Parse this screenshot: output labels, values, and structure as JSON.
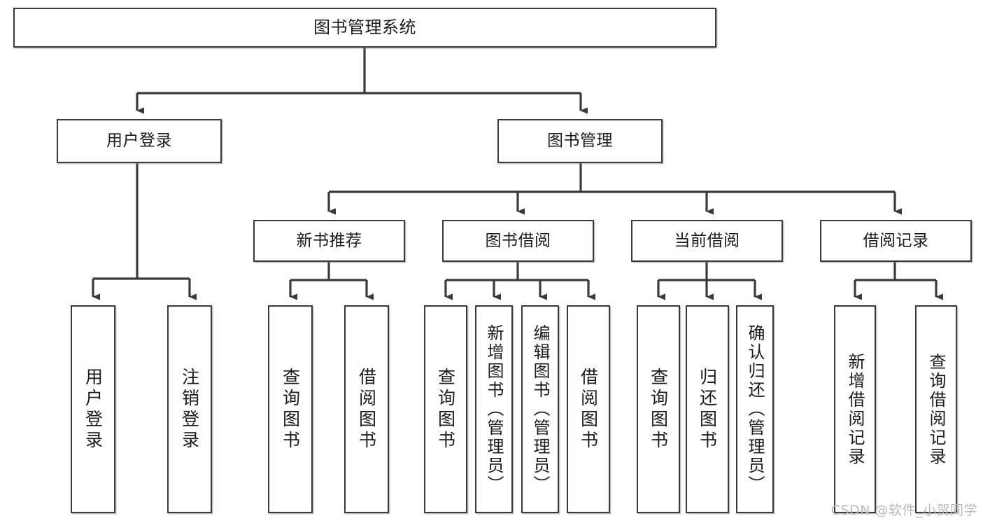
{
  "diagram": {
    "title": "图书管理系统",
    "watermark": "CSDN @软件_小贺同学",
    "line_color": "#3a3a3a",
    "box_fill": "#ffffff",
    "text_color": "#1b1b1b",
    "nodes": {
      "root": "图书管理系统",
      "user_login": "用户登录",
      "book_manage": "图书管理",
      "new_book_rec": "新书推荐",
      "book_borrow": "图书借阅",
      "current_borrow": "当前借阅",
      "borrow_record": "借阅记录",
      "leaf_user_login": "用户登录",
      "leaf_logout": "注销登录",
      "leaf_query_book_1": "查询图书",
      "leaf_borrow_book_1": "借阅图书",
      "leaf_query_book_2": "查询图书",
      "leaf_add_book_admin": "新增图书（管理员）",
      "leaf_edit_book_admin": "编辑图书（管理员）",
      "leaf_borrow_book_2": "借阅图书",
      "leaf_query_book_3": "查询图书",
      "leaf_return_book": "归还图书",
      "leaf_confirm_return_admin": "确认归还（管理员）",
      "leaf_add_record": "新增借阅记录",
      "leaf_query_record": "查询借阅记录"
    },
    "hierarchy": {
      "图书管理系统": [
        "用户登录",
        "图书管理"
      ],
      "用户登录": [
        "用户登录",
        "注销登录"
      ],
      "图书管理": [
        "新书推荐",
        "图书借阅",
        "当前借阅",
        "借阅记录"
      ],
      "新书推荐": [
        "查询图书",
        "借阅图书"
      ],
      "图书借阅": [
        "查询图书",
        "新增图书（管理员）",
        "编辑图书（管理员）",
        "借阅图书"
      ],
      "当前借阅": [
        "查询图书",
        "归还图书",
        "确认归还（管理员）"
      ],
      "借阅记录": [
        "新增借阅记录",
        "查询借阅记录"
      ]
    }
  }
}
